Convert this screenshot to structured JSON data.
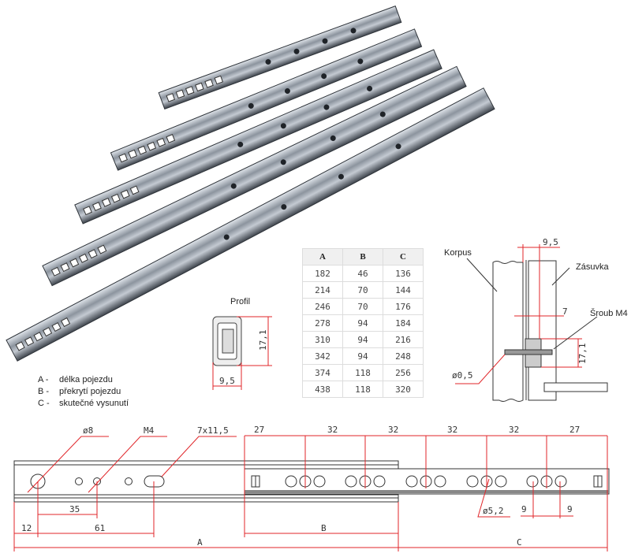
{
  "legend": [
    {
      "key": "A -",
      "text": "délka pojezdu"
    },
    {
      "key": "B -",
      "text": "překrytí pojezdu"
    },
    {
      "key": "C -",
      "text": "skutečné vysunutí"
    }
  ],
  "table": {
    "headers": [
      "A",
      "B",
      "C"
    ],
    "rows": [
      [
        "182",
        "46",
        "136"
      ],
      [
        "214",
        "70",
        "144"
      ],
      [
        "246",
        "70",
        "176"
      ],
      [
        "278",
        "94",
        "184"
      ],
      [
        "310",
        "94",
        "216"
      ],
      [
        "342",
        "94",
        "248"
      ],
      [
        "374",
        "118",
        "256"
      ],
      [
        "438",
        "118",
        "320"
      ]
    ]
  },
  "profile": {
    "title": "Profil",
    "height": "17,1",
    "width": "9,5"
  },
  "section": {
    "korpus": "Korpus",
    "zasuvka": "Zásuvka",
    "width": "9,5",
    "offset": "7",
    "screw": "Šroub M4",
    "height": "17,1",
    "hole": "ø0,5"
  },
  "drawing": {
    "top_dims": [
      "27",
      "32",
      "32",
      "32",
      "32",
      "27"
    ],
    "hole_d8": "ø8",
    "thread": "M4",
    "slot": "7x11,5",
    "dim_35": "35",
    "dim_12": "12",
    "dim_61": "61",
    "hole_d52": "ø5,2",
    "dim_9a": "9",
    "dim_9b": "9",
    "label_a": "A",
    "label_b": "B",
    "label_c": "C"
  },
  "colors": {
    "dimension": "#e0262a",
    "rail": "#8a9098"
  }
}
